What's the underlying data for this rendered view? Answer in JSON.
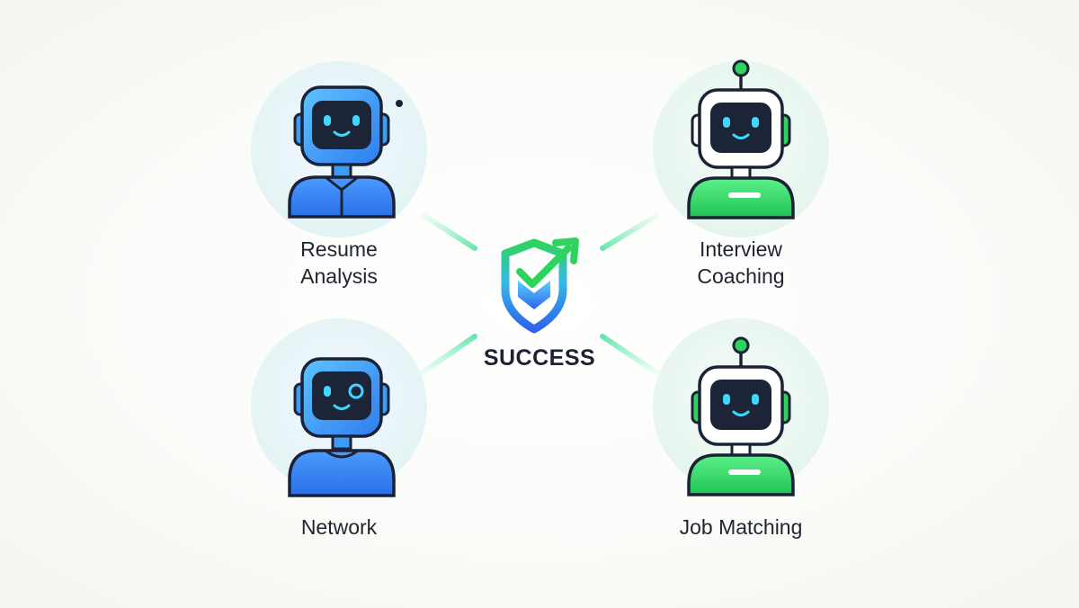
{
  "agents": [
    {
      "key": "resume",
      "label": "Resume\nAnalysis",
      "theme": "blue"
    },
    {
      "key": "interview",
      "label": "Interview\nCoaching",
      "theme": "green"
    },
    {
      "key": "network",
      "label": "Network",
      "theme": "blue"
    },
    {
      "key": "jobs",
      "label": "Job Matching",
      "theme": "green"
    }
  ],
  "center": {
    "label": "SUCCESS",
    "icon": "shield-checkmark-arrow-icon"
  },
  "colors": {
    "blue": "#3b82f6",
    "blue_light": "#45b5f5",
    "green": "#2fd45e",
    "green_light": "#7ef0a4",
    "outline": "#1b2236",
    "screen": "#1c2438",
    "eyes": "#3fd7ff",
    "connector": "#8ff0c2"
  }
}
